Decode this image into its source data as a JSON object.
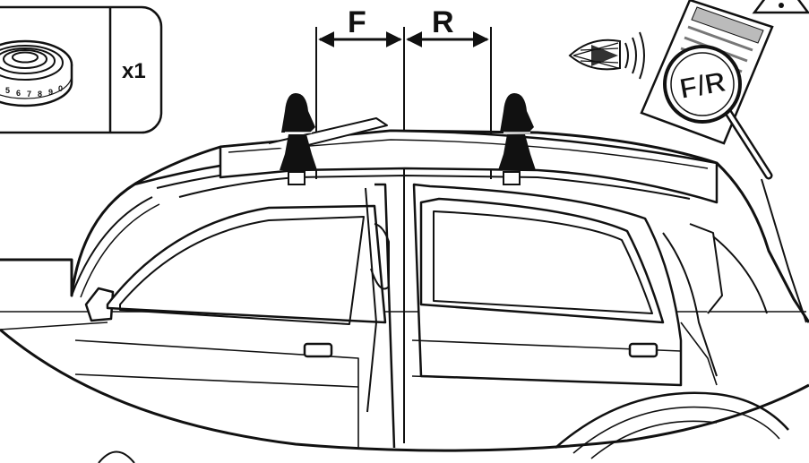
{
  "diagram": {
    "labels": {
      "front": "F",
      "rear": "R",
      "quantity": "x1",
      "manual_badge": "F/R"
    },
    "tape_digits": [
      "5",
      "6",
      "7",
      "8",
      "9",
      "0"
    ],
    "icons": {
      "tape": "measuring-tape-icon",
      "eye": "eye-icon",
      "manual": "instruction-sheet-icon",
      "magnifier": "magnifying-glass-icon",
      "warning": "warning-triangle-icon"
    },
    "colors": {
      "ink": "#111111",
      "paper": "#ffffff",
      "shade": "#d9d9d9"
    }
  }
}
